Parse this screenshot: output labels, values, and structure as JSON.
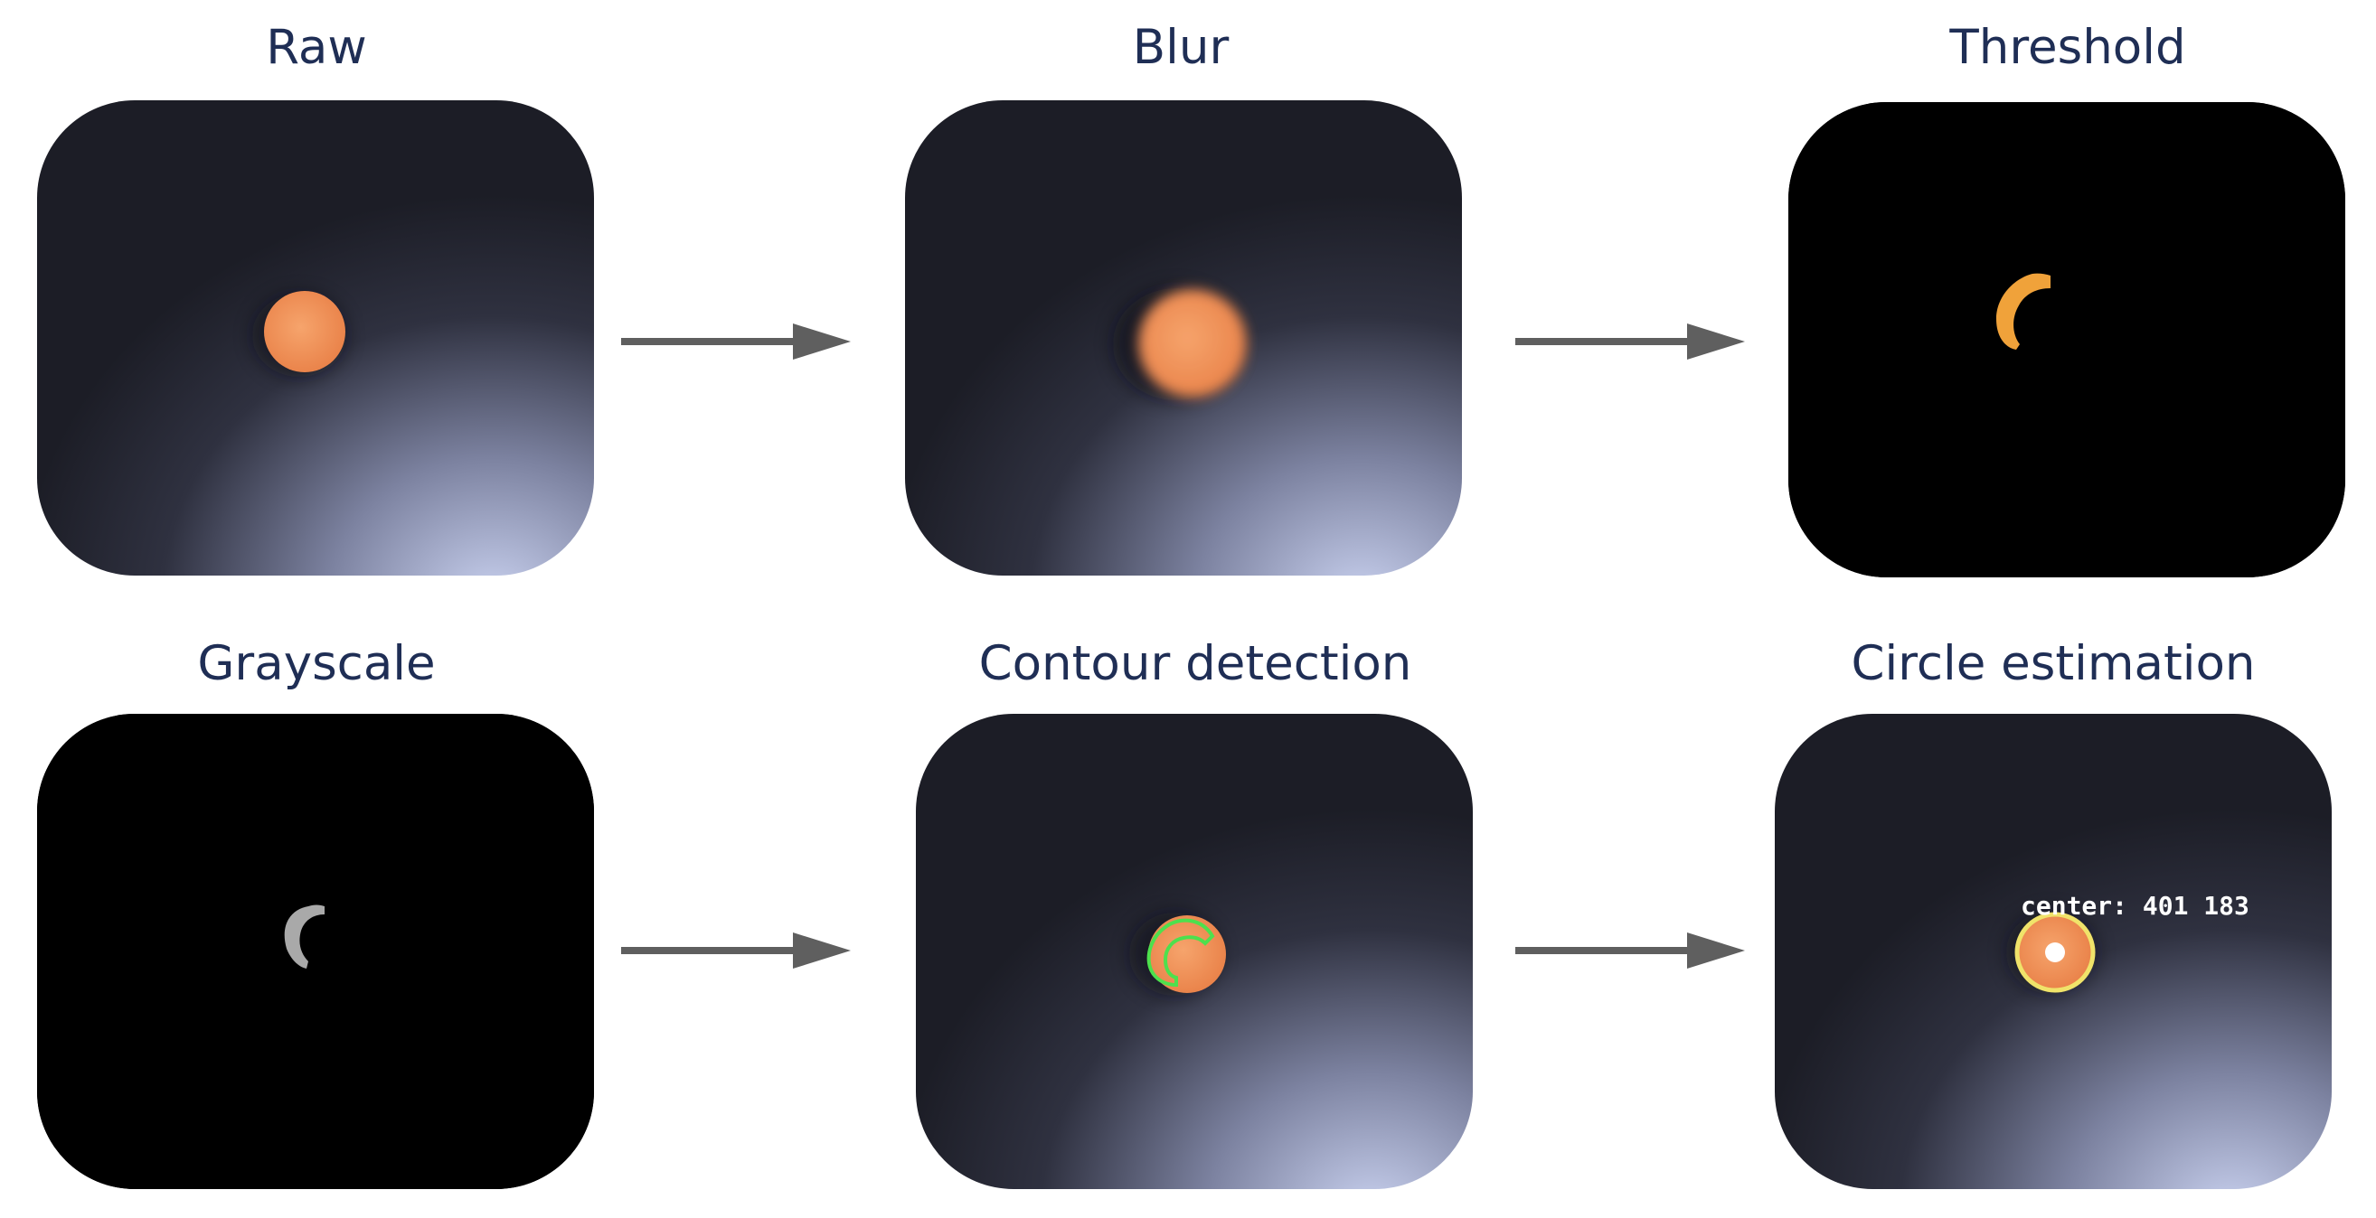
{
  "stages": {
    "raw": {
      "title": "Raw"
    },
    "blur": {
      "title": "Blur"
    },
    "threshold": {
      "title": "Threshold"
    },
    "grayscale": {
      "title": "Grayscale"
    },
    "contour": {
      "title": "Contour detection"
    },
    "circle": {
      "title": "Circle estimation",
      "overlay_label": "center: 401 183"
    }
  },
  "colors": {
    "title_text": "#1f2e55",
    "arrow": "#5f5f5f",
    "ball_orange": "#f3965a",
    "threshold_mask": "#f0a23a",
    "grayscale_mask": "#a9a9a9",
    "contour_line": "#4de04d",
    "circle_outline": "#f0e36a",
    "center_marker": "#ffffff"
  },
  "icons": {
    "arrow": "right-arrow-icon"
  }
}
